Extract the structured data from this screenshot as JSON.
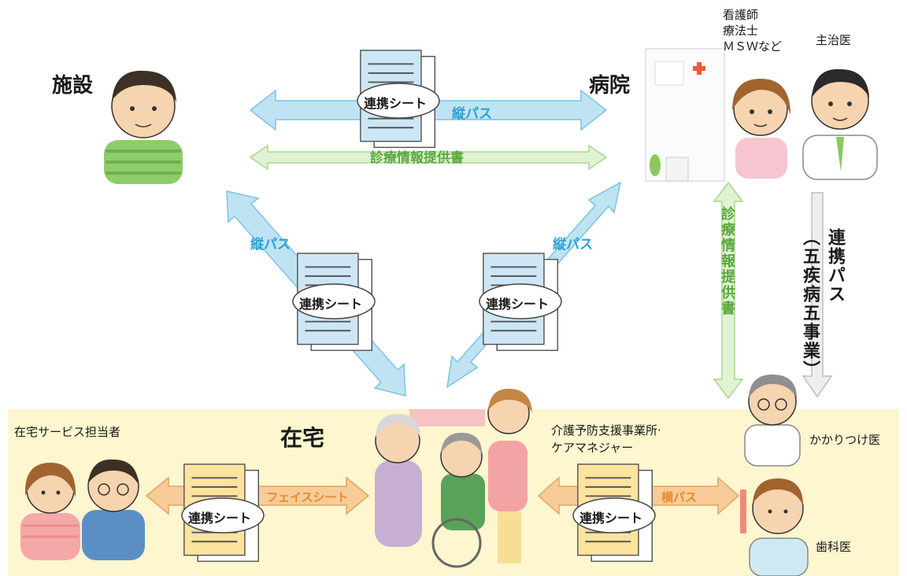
{
  "labels": {
    "facility": "施設",
    "hospital": "病院",
    "home": "在宅",
    "hospital_staff": [
      "看護師",
      "療法士",
      "ＭＳＷなど"
    ],
    "attending": "主治医",
    "home_service": "在宅サービス担当者",
    "care_manager": [
      "介護予防支援事業所·",
      "ケアマネジャー"
    ],
    "family_doctor": "かかりつけ医",
    "dentist": "歯科医"
  },
  "arrows": {
    "vertical_path": "縦パス",
    "medical_info": "診療情報提供書",
    "face_sheet": "フェイスシート",
    "horizontal_path": "横パス",
    "linkage_path": "連携パス",
    "five_diseases": "（五疾病五事業）"
  },
  "sheet": "連携シート",
  "colors": {
    "blue_arrow": "#bfe3f3",
    "blue_text": "#2ea0d6",
    "green_arrow": "#dff3d2",
    "green_text": "#5aa83c",
    "orange_arrow": "#f7cc99",
    "orange_text": "#ea8a2a",
    "band": "#fdf6cf"
  }
}
